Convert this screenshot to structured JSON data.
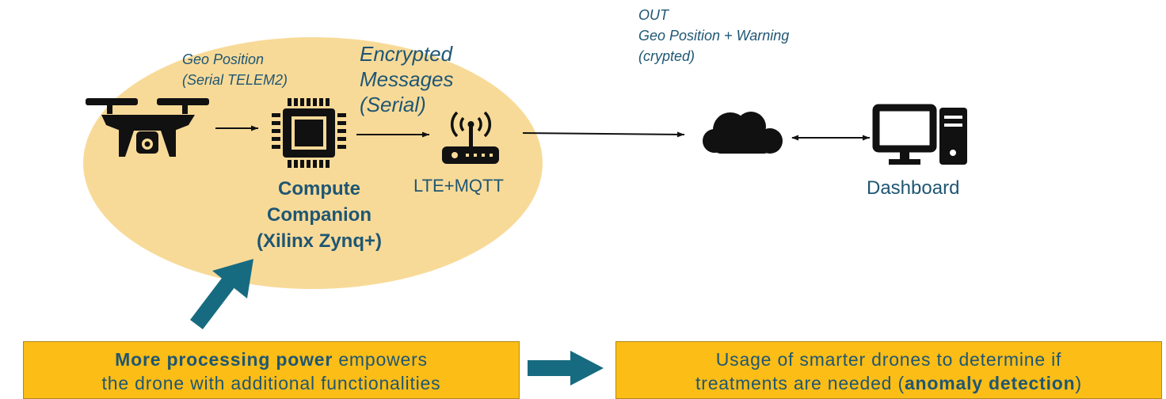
{
  "labels": {
    "geo_line1": "Geo Position",
    "geo_line2": "(Serial TELEM2)",
    "enc_line1": "Encrypted",
    "enc_line2": "Messages",
    "enc_line3": "(Serial)",
    "out_line1": "OUT",
    "out_line2": "Geo Position + Warning",
    "out_line3": "(crypted)",
    "compute_line1": "Compute",
    "compute_line2": "Companion",
    "compute_line3": "(Xilinx Zynq+)",
    "lte": "LTE+MQTT",
    "dashboard": "Dashboard"
  },
  "boxes": {
    "left_bold": "More processing power",
    "left_rest1": " empowers",
    "left_line2": "the drone with additional functionalities",
    "right_line1": "Usage of smarter drones to determine if",
    "right_line2_pre": "treatments are needed (",
    "right_line2_bold": "anomaly detection",
    "right_line2_post": ")"
  },
  "icons": [
    "drone-icon",
    "chip-icon",
    "router-icon",
    "cloud-icon",
    "computer-icon"
  ],
  "colors": {
    "ellipse": "#f8da98",
    "box_fill": "#fbbd16",
    "text": "#1f5673",
    "big_arrow": "#176b80",
    "icon": "#111111"
  }
}
